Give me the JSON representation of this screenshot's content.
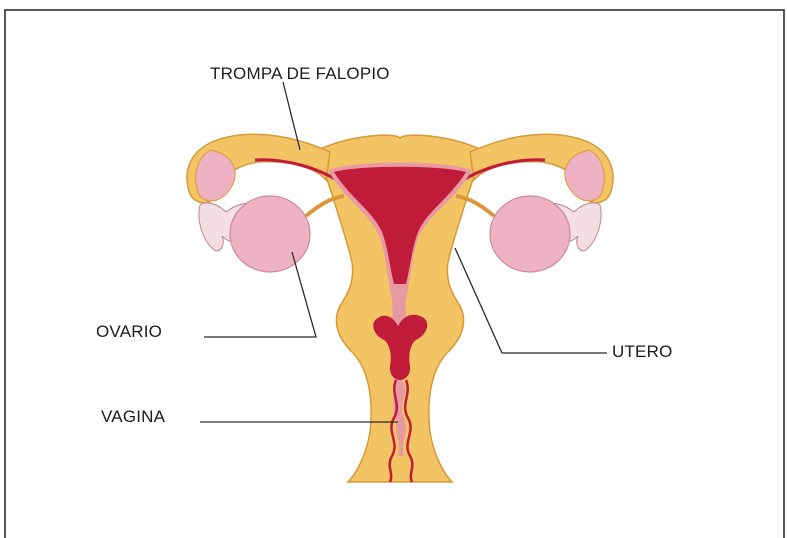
{
  "labels": {
    "fallopian_tube": "TROMPA DE FALOPIO",
    "ovary": "OVARIO",
    "uterus": "UTERO",
    "vagina": "VAGINA"
  },
  "colors": {
    "tissue": "#F2C464",
    "tissue_outline": "#D89838",
    "lumen": "#C01C3A",
    "lining": "#E89AA2",
    "ovary": "#EEB2C4",
    "fimbriae": "#F4DDE3",
    "frame": "#222222",
    "leader_line": "#2a2a2a"
  }
}
